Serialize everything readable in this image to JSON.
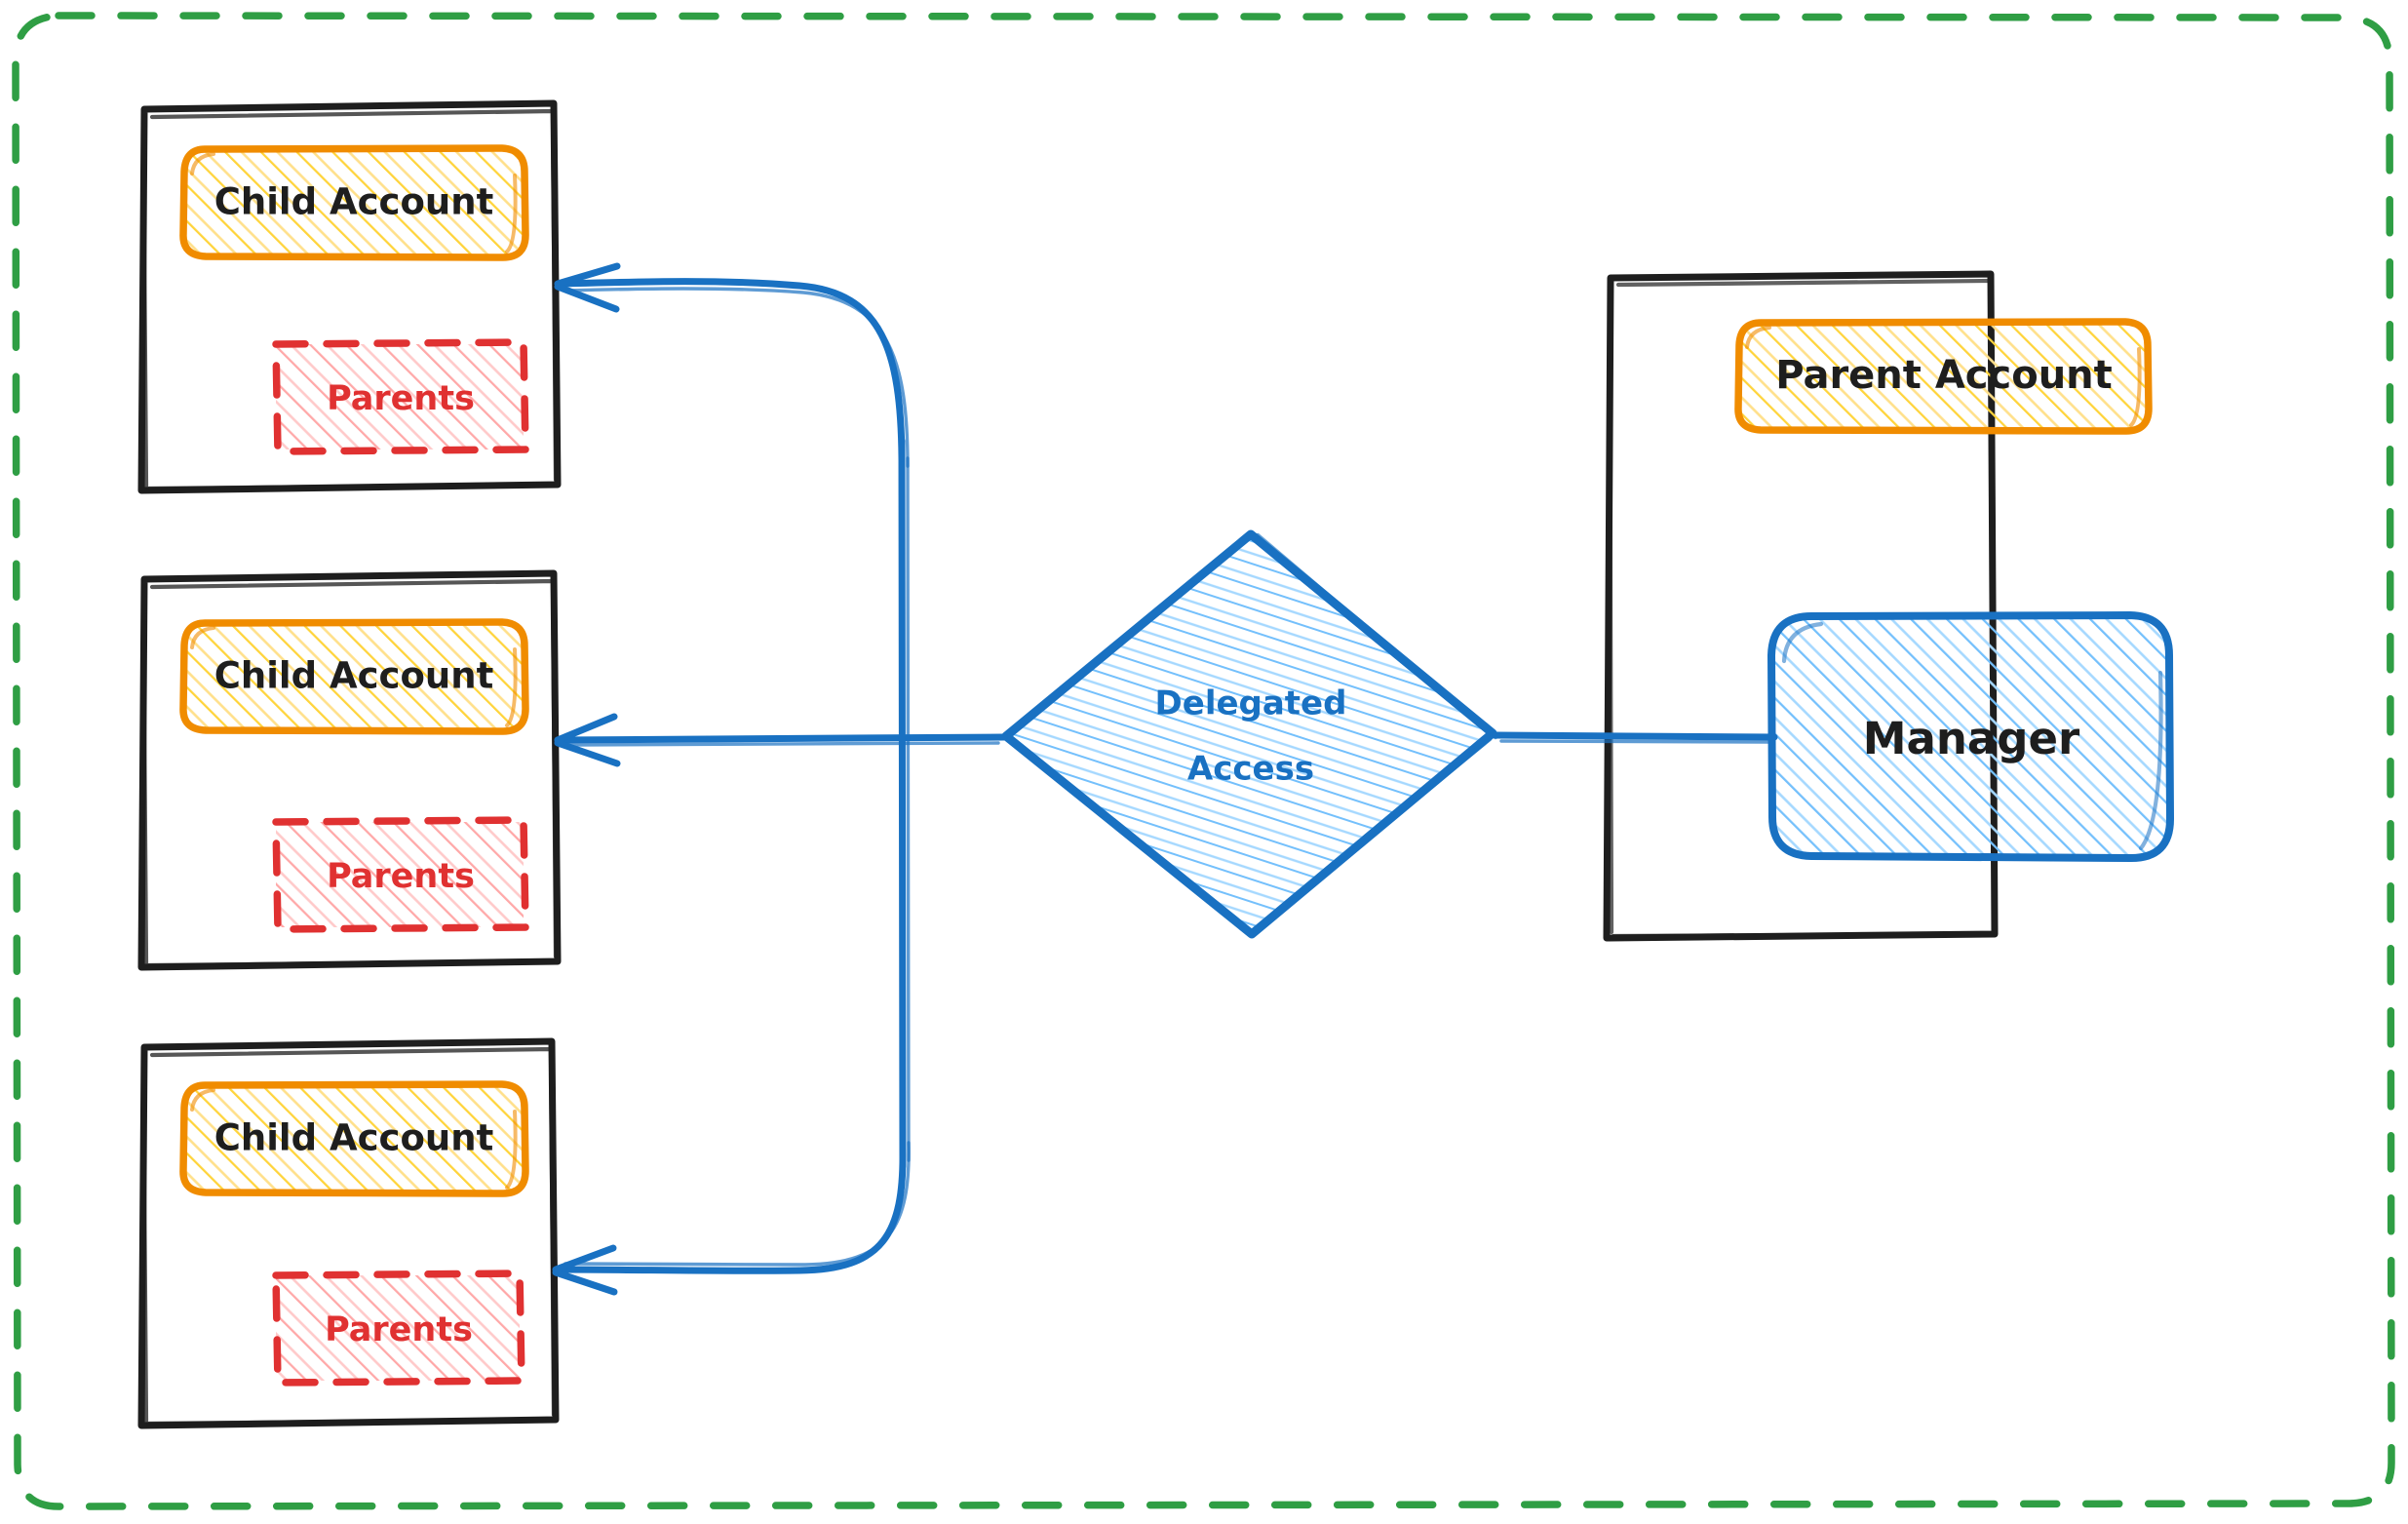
{
  "diagram": {
    "title": "Delegated Access between Parent Account and Child Accounts",
    "style": "hand-drawn",
    "background": "#ffffff",
    "boundary": {
      "name": "organization-boundary",
      "stroke": "#2f9e44",
      "stroke_style": "dashed",
      "label": ""
    },
    "colors": {
      "black": "#1e1e1e",
      "orange_stroke": "#f08c00",
      "orange_fill": "#ffd8a8",
      "red_stroke": "#e03131",
      "red_fill": "#ffc9c9",
      "blue_stroke": "#1971c2",
      "blue_fill": "#a5d8ff",
      "green_stroke": "#2f9e44"
    },
    "child_accounts": [
      {
        "container_name": "child-account-container-1",
        "account_label": "Child Account",
        "parents_label": "Parents"
      },
      {
        "container_name": "child-account-container-2",
        "account_label": "Child Account",
        "parents_label": "Parents"
      },
      {
        "container_name": "child-account-container-3",
        "account_label": "Child Account",
        "parents_label": "Parents"
      }
    ],
    "parent_account": {
      "container_name": "parent-account-container",
      "account_label": "Parent Account",
      "manager_label": "Manager"
    },
    "delegated_access": {
      "shape": "diamond",
      "label_line_1": "Delegated",
      "label_line_2": "Access"
    },
    "connections": [
      {
        "name": "manager-to-delegated-access",
        "from": "Manager",
        "to": "Delegated Access",
        "arrow": false
      },
      {
        "name": "delegated-access-to-child-1",
        "from": "Delegated Access",
        "to": "Child Account",
        "arrow": true
      },
      {
        "name": "delegated-access-to-child-2",
        "from": "Delegated Access",
        "to": "Child Account",
        "arrow": true
      },
      {
        "name": "delegated-access-to-child-3",
        "from": "Delegated Access",
        "to": "Child Account",
        "arrow": true
      }
    ]
  }
}
